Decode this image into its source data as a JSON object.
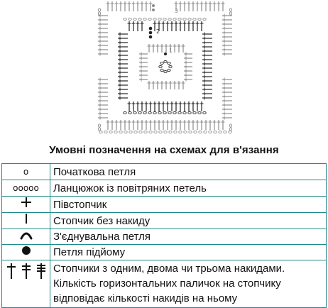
{
  "diagram": {
    "round_labels": [
      "1",
      "2",
      "3"
    ]
  },
  "legend": {
    "title": "Умовні позначення на схемах для в'язання",
    "rows": [
      {
        "symbol_icon": "circle-outline-icon",
        "symbol_text": "o",
        "text": "Початкова петля"
      },
      {
        "symbol_icon": "chain-stitch-icon",
        "symbol_text": "ooooo",
        "text": "Ланцюжок із повітряних петель"
      },
      {
        "symbol_icon": "plus-icon",
        "symbol_text": "",
        "text": "Півстопчик"
      },
      {
        "symbol_icon": "vertical-bar-icon",
        "symbol_text": "",
        "text": "Стопчик без накиду"
      },
      {
        "symbol_icon": "arc-icon",
        "symbol_text": "",
        "text": "З'єднувальна петля"
      },
      {
        "symbol_icon": "filled-dot-icon",
        "symbol_text": "",
        "text": "Петля підйому"
      },
      {
        "symbol_icon": "double-treble-icons",
        "symbol_text": "",
        "text": "Стопчики з одним, двома чи трьома накидами. Кількість горизонтальних паличок на стопчику відповідає кількості накидів на ньому"
      }
    ]
  },
  "colors": {
    "border": "#1f8a8a",
    "symbol_gray": "#8c8c8c"
  }
}
